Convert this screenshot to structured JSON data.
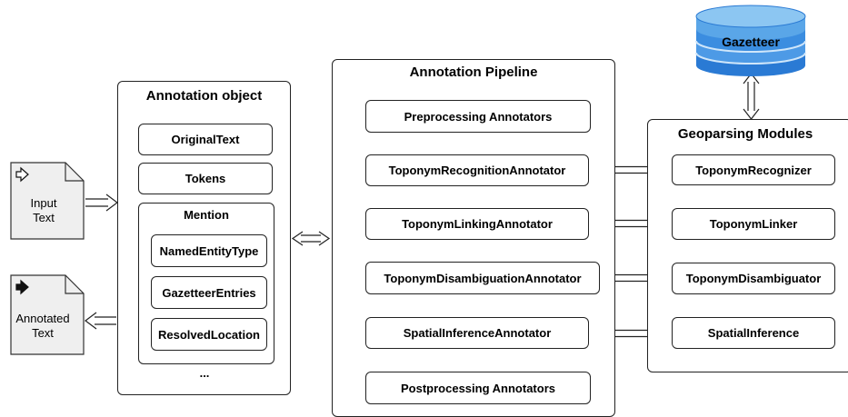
{
  "io": {
    "input_label": [
      "Input",
      "Text"
    ],
    "output_label": [
      "Annotated",
      "Text"
    ]
  },
  "annotation_object": {
    "title": "Annotation object",
    "original_text": "OriginalText",
    "tokens": "Tokens",
    "mention": {
      "title": "Mention",
      "named_entity_type": "NamedEntityType",
      "gazetteer_entries": "GazetteerEntries",
      "resolved_location": "ResolvedLocation"
    },
    "ellipsis": "..."
  },
  "pipeline": {
    "title": "Annotation Pipeline",
    "preprocessing": "Preprocessing Annotators",
    "toponym_recognition": "ToponymRecognitionAnnotator",
    "toponym_linking": "ToponymLinkingAnnotator",
    "toponym_disambiguation": "ToponymDisambiguationAnnotator",
    "spatial_inference": "SpatialInferenceAnnotator",
    "postprocessing": "Postprocessing Annotators"
  },
  "geoparsing": {
    "title": "Geoparsing Modules",
    "recognizer": "ToponymRecognizer",
    "linker": "ToponymLinker",
    "disambiguator": "ToponymDisambiguator",
    "spatial_inference": "SpatialInference"
  },
  "gazetteer": {
    "label": "Gazetteer",
    "color_top": "#5aa6e8",
    "color_band": "#2a7ad4"
  }
}
